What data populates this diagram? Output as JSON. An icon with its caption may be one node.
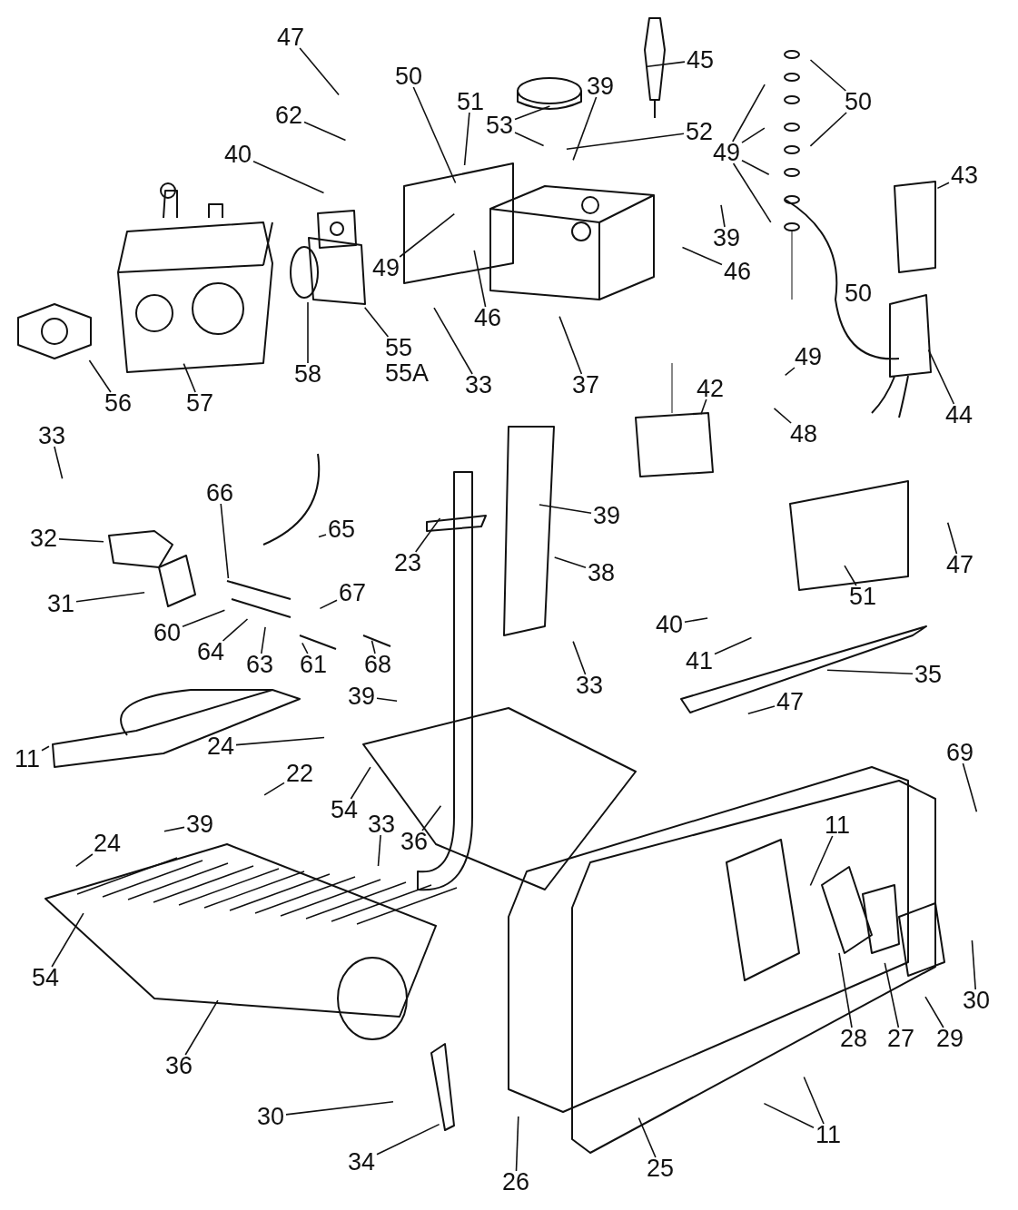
{
  "diagram": {
    "nodes": [
      {
        "text": [
          "47"
        ]
      },
      {
        "text": [
          "45"
        ]
      },
      {
        "text": [
          "39"
        ]
      },
      {
        "text": [
          "50"
        ]
      },
      {
        "text": [
          "51"
        ]
      },
      {
        "text": [
          "53"
        ]
      },
      {
        "text": [
          "52"
        ]
      },
      {
        "text": [
          "50"
        ]
      },
      {
        "text": [
          "62"
        ]
      },
      {
        "text": [
          "49"
        ]
      },
      {
        "text": [
          "40"
        ]
      },
      {
        "text": [
          "43"
        ]
      },
      {
        "text": [
          "39"
        ]
      },
      {
        "text": [
          "46"
        ]
      },
      {
        "text": [
          "49"
        ]
      },
      {
        "text": [
          "46"
        ]
      },
      {
        "text": [
          "55",
          "55A"
        ]
      },
      {
        "text": [
          "58"
        ]
      },
      {
        "text": [
          "33"
        ]
      },
      {
        "text": [
          "37"
        ]
      },
      {
        "text": [
          "56"
        ]
      },
      {
        "text": [
          "57"
        ]
      },
      {
        "text": [
          "49"
        ]
      },
      {
        "text": [
          "42"
        ]
      },
      {
        "text": [
          "44"
        ]
      },
      {
        "text": [
          "48"
        ]
      },
      {
        "text": [
          "33"
        ]
      },
      {
        "text": [
          "66"
        ]
      },
      {
        "text": [
          "65"
        ]
      },
      {
        "text": [
          "39"
        ]
      },
      {
        "text": [
          "32"
        ]
      },
      {
        "text": [
          "23"
        ]
      },
      {
        "text": [
          "38"
        ]
      },
      {
        "text": [
          "47"
        ]
      },
      {
        "text": [
          "67"
        ]
      },
      {
        "text": [
          "51"
        ]
      },
      {
        "text": [
          "31"
        ]
      },
      {
        "text": [
          "40"
        ]
      },
      {
        "text": [
          "60"
        ]
      },
      {
        "text": [
          "41"
        ]
      },
      {
        "text": [
          "64"
        ]
      },
      {
        "text": [
          "63"
        ]
      },
      {
        "text": [
          "61"
        ]
      },
      {
        "text": [
          "68"
        ]
      },
      {
        "text": [
          "33"
        ]
      },
      {
        "text": [
          "35"
        ]
      },
      {
        "text": [
          "39"
        ]
      },
      {
        "text": [
          "47"
        ]
      },
      {
        "text": [
          "24"
        ]
      },
      {
        "text": [
          "11"
        ]
      },
      {
        "text": [
          "22"
        ]
      },
      {
        "text": [
          "69"
        ]
      },
      {
        "text": [
          "54"
        ]
      },
      {
        "text": [
          "33"
        ]
      },
      {
        "text": [
          "39"
        ]
      },
      {
        "text": [
          "11"
        ]
      },
      {
        "text": [
          "36"
        ]
      },
      {
        "text": [
          "24"
        ]
      },
      {
        "text": [
          "54"
        ]
      },
      {
        "text": [
          "30"
        ]
      },
      {
        "text": [
          "28"
        ]
      },
      {
        "text": [
          "27"
        ]
      },
      {
        "text": [
          "29"
        ]
      },
      {
        "text": [
          "36"
        ]
      },
      {
        "text": [
          "30"
        ]
      },
      {
        "text": [
          "11"
        ]
      },
      {
        "text": [
          "34"
        ]
      },
      {
        "text": [
          "25"
        ]
      },
      {
        "text": [
          "26"
        ]
      }
    ],
    "edges": [
      {
        "from": 0,
        "to": null,
        "arrow": "none"
      },
      {
        "from": 1,
        "to": null,
        "arrow": "none"
      },
      {
        "from": 2,
        "to": null,
        "arrow": "none"
      },
      {
        "from": 3,
        "to": null,
        "arrow": "none"
      },
      {
        "from": 4,
        "to": null,
        "arrow": "none"
      },
      {
        "from": 5,
        "to": null,
        "arrow": "none"
      },
      {
        "from": 5,
        "to": null,
        "arrow": "none"
      },
      {
        "from": 6,
        "to": null,
        "arrow": "none"
      },
      {
        "from": 7,
        "to": null,
        "arrow": "none"
      },
      {
        "from": 7,
        "to": null,
        "arrow": "none"
      },
      {
        "from": 8,
        "to": null,
        "arrow": "none"
      },
      {
        "from": 9,
        "to": null,
        "arrow": "none"
      },
      {
        "from": 9,
        "to": null,
        "arrow": "none"
      },
      {
        "from": 9,
        "to": null,
        "arrow": "none"
      },
      {
        "from": 9,
        "to": null,
        "arrow": "none"
      },
      {
        "from": 10,
        "to": null,
        "arrow": "none"
      },
      {
        "from": 11,
        "to": null,
        "arrow": "none"
      },
      {
        "from": 12,
        "to": null,
        "arrow": "none"
      },
      {
        "from": 13,
        "to": null,
        "arrow": "none"
      },
      {
        "from": 14,
        "to": null,
        "arrow": "none"
      },
      {
        "from": 15,
        "to": null,
        "arrow": "none"
      },
      {
        "from": 16,
        "to": null,
        "arrow": "none"
      },
      {
        "from": 17,
        "to": null,
        "arrow": "none"
      },
      {
        "from": 18,
        "to": null,
        "arrow": "none"
      },
      {
        "from": 19,
        "to": null,
        "arrow": "none"
      },
      {
        "from": 20,
        "to": null,
        "arrow": "none"
      },
      {
        "from": 21,
        "to": null,
        "arrow": "none"
      },
      {
        "from": 22,
        "to": null,
        "arrow": "none"
      },
      {
        "from": 23,
        "to": null,
        "arrow": "none"
      },
      {
        "from": 24,
        "to": null,
        "arrow": "none"
      },
      {
        "from": 25,
        "to": null,
        "arrow": "none"
      },
      {
        "from": 26,
        "to": null,
        "arrow": "none"
      },
      {
        "from": 27,
        "to": null,
        "arrow": "none"
      },
      {
        "from": 28,
        "to": null,
        "arrow": "none"
      },
      {
        "from": 29,
        "to": null,
        "arrow": "none"
      },
      {
        "from": 30,
        "to": null,
        "arrow": "none"
      },
      {
        "from": 31,
        "to": null,
        "arrow": "none"
      },
      {
        "from": 32,
        "to": null,
        "arrow": "none"
      },
      {
        "from": 33,
        "to": null,
        "arrow": "none"
      },
      {
        "from": 34,
        "to": null,
        "arrow": "none"
      },
      {
        "from": 35,
        "to": null,
        "arrow": "none"
      },
      {
        "from": 36,
        "to": null,
        "arrow": "none"
      },
      {
        "from": 37,
        "to": null,
        "arrow": "none"
      },
      {
        "from": 38,
        "to": null,
        "arrow": "none"
      },
      {
        "from": 39,
        "to": null,
        "arrow": "none"
      },
      {
        "from": 40,
        "to": null,
        "arrow": "none"
      },
      {
        "from": 41,
        "to": null,
        "arrow": "none"
      },
      {
        "from": 42,
        "to": null,
        "arrow": "none"
      },
      {
        "from": 43,
        "to": null,
        "arrow": "none"
      },
      {
        "from": 44,
        "to": null,
        "arrow": "none"
      },
      {
        "from": 45,
        "to": null,
        "arrow": "none"
      },
      {
        "from": 46,
        "to": null,
        "arrow": "none"
      },
      {
        "from": 47,
        "to": null,
        "arrow": "none"
      },
      {
        "from": 48,
        "to": null,
        "arrow": "none"
      },
      {
        "from": 49,
        "to": null,
        "arrow": "none"
      },
      {
        "from": 50,
        "to": null,
        "arrow": "none"
      },
      {
        "from": 51,
        "to": null,
        "arrow": "none"
      },
      {
        "from": 52,
        "to": null,
        "arrow": "none"
      },
      {
        "from": 53,
        "to": null,
        "arrow": "none"
      },
      {
        "from": 54,
        "to": null,
        "arrow": "none"
      },
      {
        "from": 55,
        "to": null,
        "arrow": "none"
      },
      {
        "from": 56,
        "to": null,
        "arrow": "none"
      },
      {
        "from": 57,
        "to": null,
        "arrow": "none"
      },
      {
        "from": 58,
        "to": null,
        "arrow": "none"
      },
      {
        "from": 59,
        "to": null,
        "arrow": "none"
      },
      {
        "from": 60,
        "to": null,
        "arrow": "none"
      },
      {
        "from": 61,
        "to": null,
        "arrow": "none"
      },
      {
        "from": 62,
        "to": null,
        "arrow": "none"
      },
      {
        "from": 63,
        "to": null,
        "arrow": "none"
      },
      {
        "from": 64,
        "to": null,
        "arrow": "none"
      },
      {
        "from": 65,
        "to": null,
        "arrow": "none"
      },
      {
        "from": 65,
        "to": null,
        "arrow": "none"
      },
      {
        "from": 66,
        "to": null,
        "arrow": "none"
      },
      {
        "from": 67,
        "to": null,
        "arrow": "none"
      },
      {
        "from": 68,
        "to": null,
        "arrow": "none"
      }
    ],
    "labels": [
      "50"
    ]
  }
}
